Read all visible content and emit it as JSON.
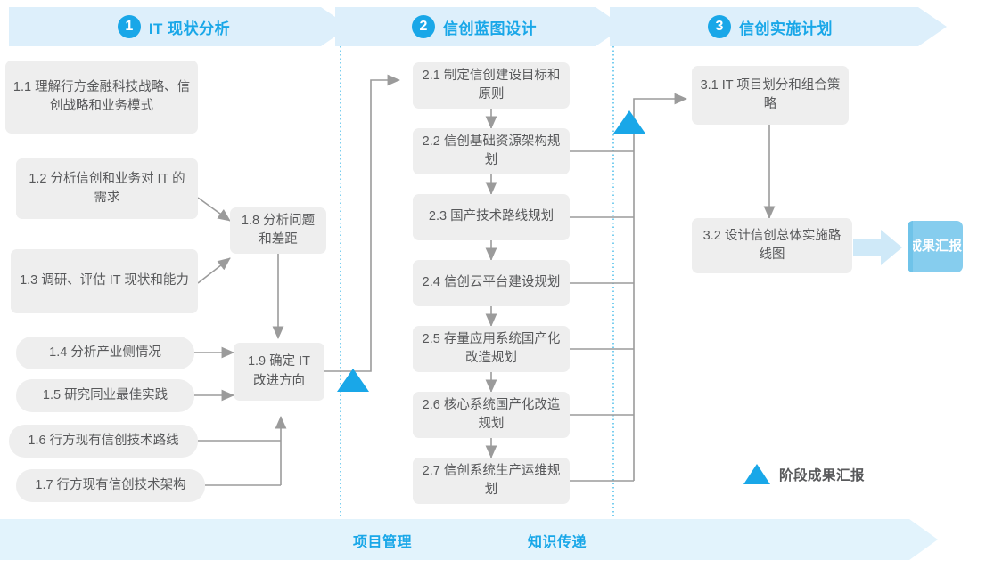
{
  "phases": [
    {
      "num": "1",
      "title": "IT 现状分析"
    },
    {
      "num": "2",
      "title": "信创蓝图设计"
    },
    {
      "num": "3",
      "title": "信创实施计划"
    }
  ],
  "tasks": {
    "t11": "1.1 理解行方金融科技战略、信创战略和业务模式",
    "t12": "1.2 分析信创和业务对 IT 的需求",
    "t13": "1.3 调研、评估 IT 现状和能力",
    "t14": "1.4 分析产业侧情况",
    "t15": "1.5 研究同业最佳实践",
    "t16": "1.6 行方现有信创技术路线",
    "t17": "1.7 行方现有信创技术架构",
    "t18": "1.8 分析问题和差距",
    "t19": "1.9 确定 IT 改进方向",
    "t21": "2.1 制定信创建设目标和原则",
    "t22": "2.2 信创基础资源架构规划",
    "t23": "2.3 国产技术路线规划",
    "t24": "2.4 信创云平台建设规划",
    "t25": "2.5 存量应用系统国产化改造规划",
    "t26": "2.6 核心系统国产化改造规划",
    "t27": "2.7 信创系统生产运维规划",
    "t31": "3.1 IT 项目划分和组合策略",
    "t32": "3.2 设计信创总体实施路线图"
  },
  "result_badge": "成果汇报",
  "legend": {
    "label": "阶段成果汇报"
  },
  "bottom": {
    "project_management": "项目管理",
    "knowledge_transfer": "知识传递"
  },
  "colors": {
    "accent": "#19a7e8",
    "band": "#ddeffb",
    "box": "#eeeeee",
    "box_text": "#58595b",
    "badge": "#86cdee",
    "connector": "#9b9b9b",
    "dotted": "#3fb9e8"
  }
}
